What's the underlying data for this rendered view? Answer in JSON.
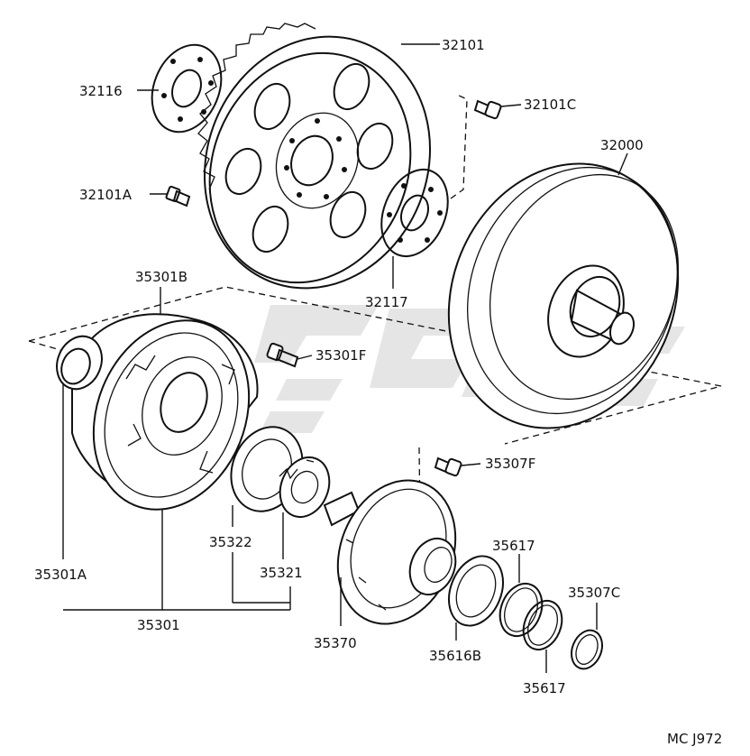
{
  "diagram": {
    "code": "MC J972",
    "parts": {
      "flywheel": "32101",
      "flywheel_bolt_upper": "32101C",
      "spacer_front": "32116",
      "flywheel_bolt_lower": "32101A",
      "spacer_rear": "32117",
      "torque_converter": "32000",
      "pump_body": "35301B",
      "pump_bolt": "35301F",
      "pump_seal": "35301A",
      "pump_assy": "35301",
      "driven_gear": "35322",
      "drive_gear": "35321",
      "stator_support_bolt": "35307F",
      "stator_support": "35370",
      "thrust_washer": "35616B",
      "seal_ring_upper": "35617",
      "seal_ring_lower": "35617",
      "o_ring": "35307C"
    }
  }
}
